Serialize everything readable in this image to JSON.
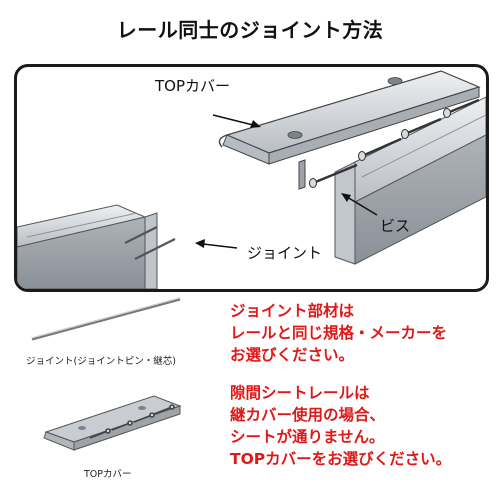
{
  "title": "レール同士のジョイント方法",
  "diagram": {
    "label_top_cover": "TOPカバー",
    "label_screw": "ビス",
    "label_joint": "ジョイント"
  },
  "parts": {
    "joint_caption": "ジョイント(ジョイントピン・継芯)",
    "top_cover_caption": "TOPカバー"
  },
  "notes": {
    "note1": [
      "ジョイント部材は",
      "レールと同じ規格・メーカーを",
      "お選びください。"
    ],
    "note2": [
      "隙間シートレールは",
      "継カバー使用の場合、",
      "シートが通りません。",
      "TOPカバーをお選びください。"
    ]
  },
  "colors": {
    "note_red": "#e01818",
    "frame": "#1a1a1a",
    "metal": "#c9cdd2"
  }
}
